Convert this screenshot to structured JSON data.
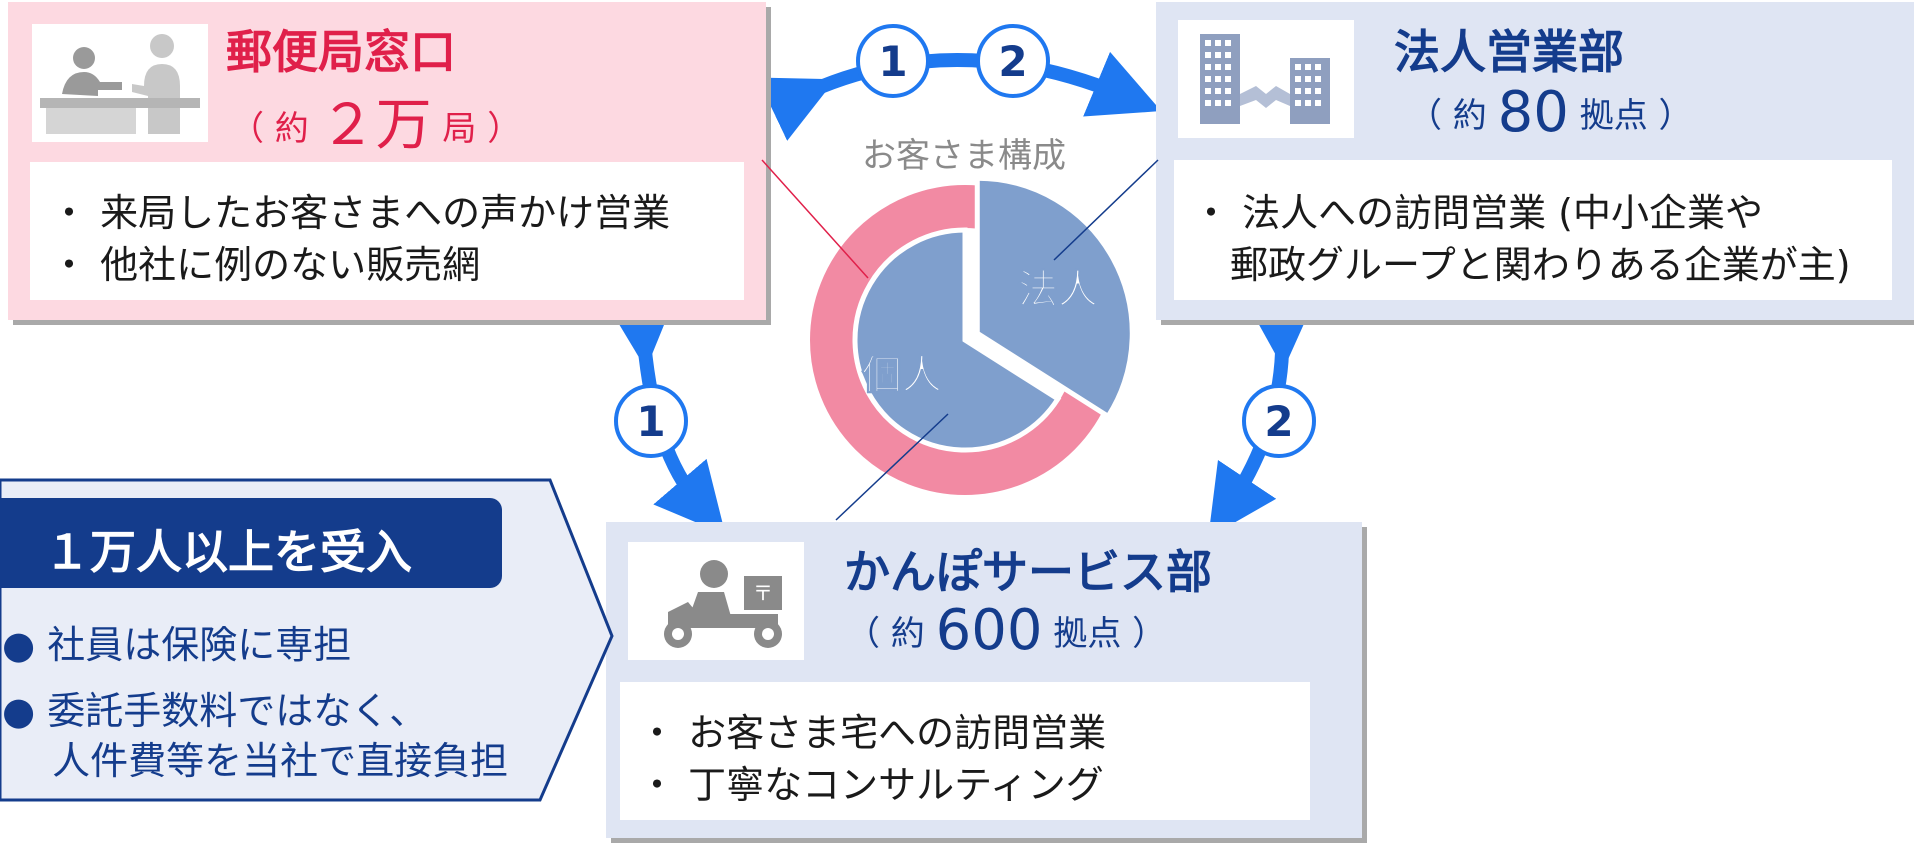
{
  "chart_data": {
    "type": "pie",
    "title": "お客さま構成",
    "slices": [
      {
        "label": "法人",
        "value": 34
      },
      {
        "label": "個人",
        "value": 66
      }
    ]
  },
  "post_office": {
    "title": "郵便局窓口",
    "sub_prefix": "（ 約 ",
    "sub_number": "２万",
    "sub_suffix": " 局 ）",
    "bullets": [
      "・ 来局したお客さまへの声かけ営業",
      "・ 他社に例のない販売網"
    ]
  },
  "corporate": {
    "title": "法人営業部",
    "sub_prefix": "（ 約 ",
    "sub_number": "80",
    "sub_suffix": " 拠点 ）",
    "bullets": [
      "・ 法人への訪問営業 (中小企業や",
      "　郵政グループと関わりある企業が主)"
    ]
  },
  "kanpo": {
    "title": "かんぽサービス部",
    "sub_prefix": "（ 約 ",
    "sub_number": "600",
    "sub_suffix": " 拠点 ）",
    "bullets": [
      "・ お客さま宅への訪問営業",
      "・ 丁寧なコンサルティング"
    ]
  },
  "callout": {
    "title": "１万人以上を受入",
    "bullets": [
      "●  社員は保険に専担",
      "●  委託手数料ではなく、",
      "　 人件費等を当社で直接負担"
    ]
  },
  "connectors": {
    "top_left": "1",
    "top_right": "2",
    "left": "1",
    "right": "2"
  },
  "icons": {
    "counter": "post-counter-icon",
    "building": "building-handshake-icon",
    "scooter": "delivery-scooter-icon"
  },
  "colors": {
    "pink": "#fdd9e1",
    "blue": "#dfe5f3",
    "arrow": "#1f78f0",
    "title_red": "#e0204a",
    "title_navy": "#143c8c",
    "donut": "#f28aa3",
    "pie": "#7f9fcd"
  }
}
